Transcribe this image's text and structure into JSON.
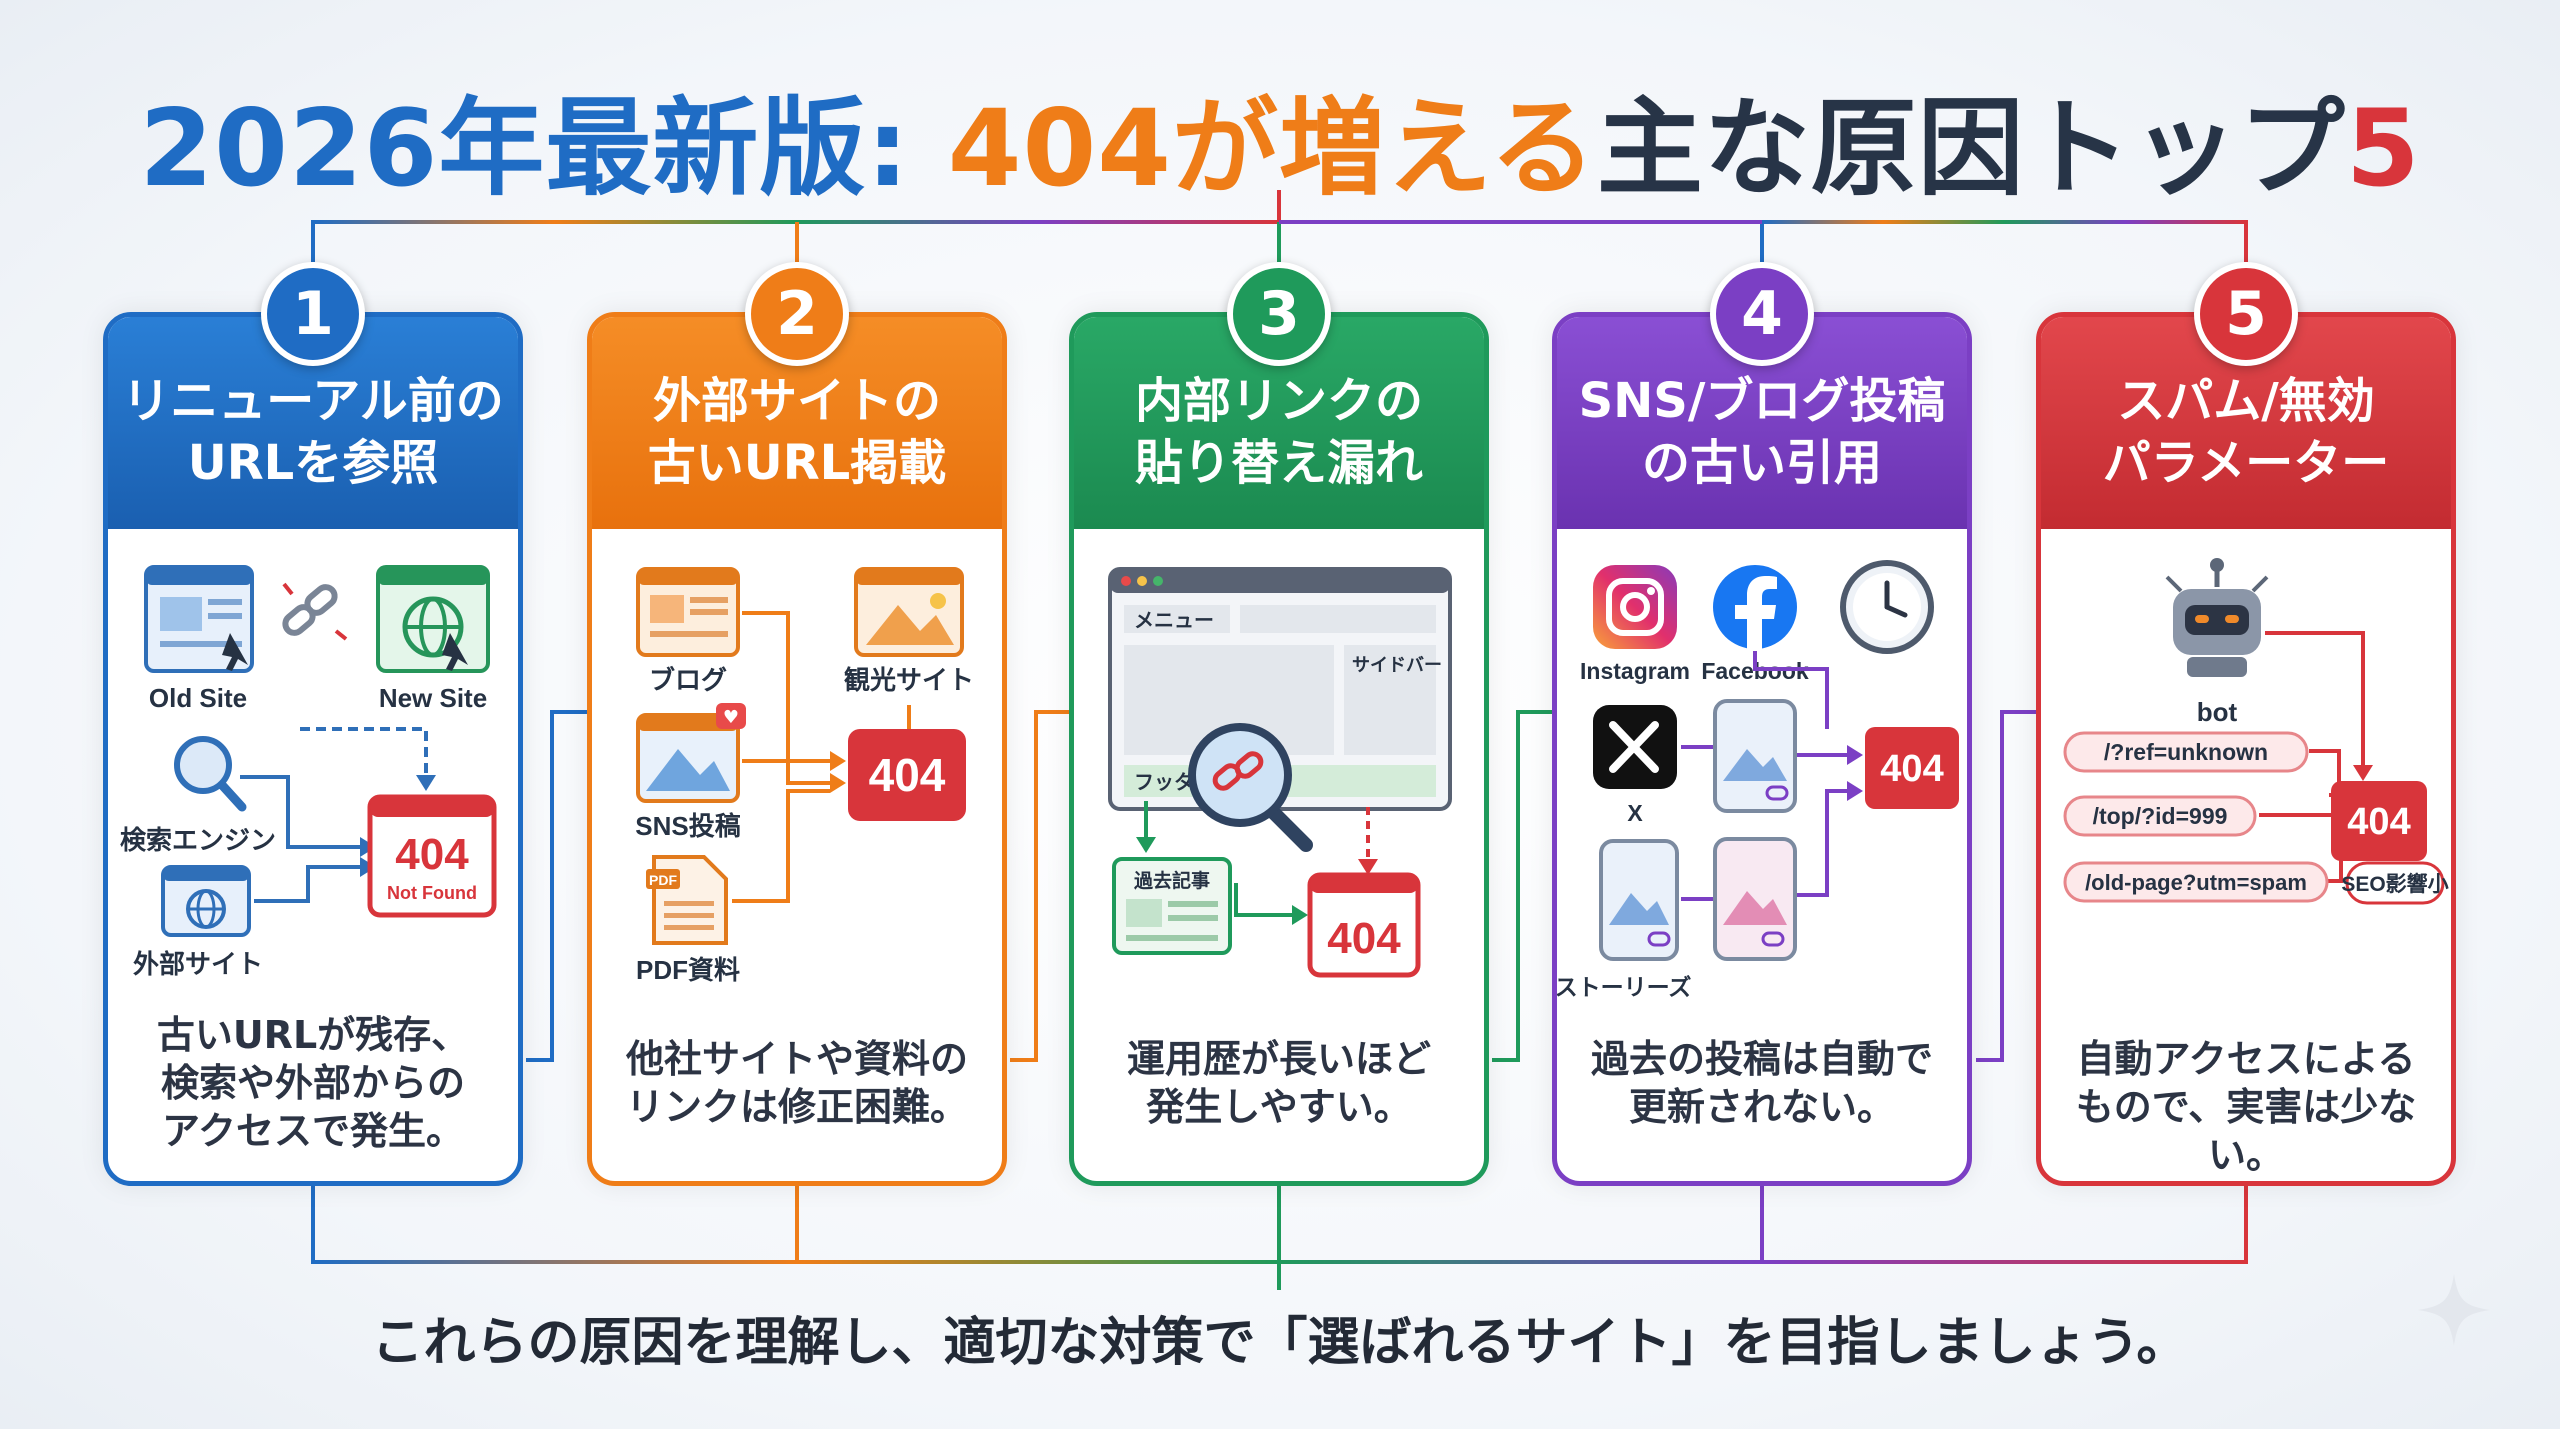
{
  "title": {
    "part1": "2026年最新版: ",
    "part2": "404が増える",
    "part3": "主な原因トップ",
    "part4": "5"
  },
  "cards": [
    {
      "number": "1",
      "heading_line1": "リニューアル前の",
      "heading_line2": "URLを参照",
      "color": "#1f6cc4",
      "labels": {
        "old_site": "Old Site",
        "new_site": "New Site",
        "search_engine": "検索エンジン",
        "external_site": "外部サイト",
        "error_code": "404",
        "error_text": "Not Found"
      },
      "desc_line1": "古いURLが残存、",
      "desc_line2": "検索や外部からの",
      "desc_line3": "アクセスで発生。"
    },
    {
      "number": "2",
      "heading_line1": "外部サイトの",
      "heading_line2": "古いURL掲載",
      "color": "#ef7d18",
      "labels": {
        "blog": "ブログ",
        "tourism_site": "観光サイト",
        "sns_post": "SNS投稿",
        "pdf": "PDF資料",
        "error_code": "404",
        "pdf_badge": "PDF"
      },
      "desc_line1": "他社サイトや資料の",
      "desc_line2": "リンクは修正困難。"
    },
    {
      "number": "3",
      "heading_line1": "内部リンクの",
      "heading_line2": "貼り替え漏れ",
      "color": "#1f9a5b",
      "labels": {
        "menu": "メニュー",
        "sidebar": "サイドバー",
        "footer": "フッター",
        "past_articles": "過去記事",
        "error_code": "404"
      },
      "desc_line1": "運用歴が長いほど",
      "desc_line2": "発生しやすい。"
    },
    {
      "number": "4",
      "heading_line1": "SNS/ブログ投稿",
      "heading_line2": "の古い引用",
      "color": "#7b3fc4",
      "labels": {
        "instagram": "Instagram",
        "facebook": "Facebook",
        "x": "X",
        "stories": "ストーリーズ",
        "error_code": "404"
      },
      "desc_line1": "過去の投稿は自動で",
      "desc_line2": "更新されない。"
    },
    {
      "number": "5",
      "heading_line1": "スパム/無効",
      "heading_line2": "パラメーター",
      "color": "#d8353b",
      "labels": {
        "bot": "bot",
        "param1": "/?ref=unknown",
        "param2": "/top/?id=999",
        "param3": "/old-page?utm=spam",
        "error_code": "404",
        "seo_badge": "SEO影響小"
      },
      "desc_line1": "自動アクセスによる",
      "desc_line2": "もので、実害は少ない。"
    }
  ],
  "footer": "これらの原因を理解し、適切な対策で「選ばれるサイト」を目指しましょう。"
}
